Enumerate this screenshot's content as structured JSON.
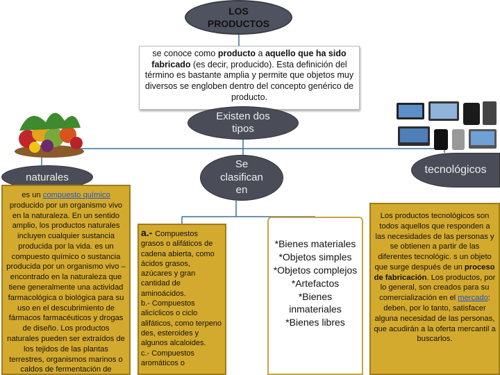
{
  "title": {
    "line1": "LOS",
    "line2": "PRODUCTOS"
  },
  "definition": {
    "pre": "se conoce como ",
    "bold1": "producto",
    "mid": " a ",
    "bold2": "aquello que ha sido fabricado",
    "post": " (es decir, producido). Esta definición del término es bastante amplia y permite que objetos muy diversos se engloben dentro del concepto genérico de producto."
  },
  "tipos": {
    "line1": "Existen dos",
    "line2": "tipos"
  },
  "clasifican": {
    "text": "Se clasifican en"
  },
  "naturales": {
    "label": "naturales",
    "text_pre": "es un ",
    "link": "compuesto químico",
    "text_post": " producido por un organismo vivo en la naturaleza. En un sentido amplio, los productos naturales incluyen cualquier sustancia producida por la vida. es un compuesto químico o sustancia producida por un organismo vivo – encontrado en la naturaleza que tiene generalmente una actividad farmacológica o biológica para su uso en el descubrimiento de fármacos farmacéuticos y drogas de diseño. Los productos naturales pueden ser extraídos de los tejidos de las plantas terrestres, organismos marinos o caldos de fermentación de"
  },
  "compuestos": {
    "lead": "a.- ",
    "first": "Compuestos",
    "rest": "grasos o alifáticos de cadena abierta, como ácidos grasos, azúcares y gran cantidad de aminoácidos.",
    "b": "b.- Compuestos alicíclicos o ciclo alifáticos, como terpeno des, esteroides y algunos alcaloides.",
    "c": "c.- Compuestos aromáticos o"
  },
  "bienes": {
    "items": [
      "*Bienes materiales",
      "*Objetos simples",
      "*Objetos complejos",
      "*Artefactos",
      "*Bienes inmateriales",
      "*Bienes libres"
    ]
  },
  "tecnologicos": {
    "label": "tecnológicos",
    "text1": "Los productos tecnológicos son todos aquellos que responden a las necesidades de las personas y se obtienen a partir de las diferentes tecnológic. s un objeto que surge después de un ",
    "bold": "proceso de fabricación",
    "text2": ". Los productos, por lo general, son creados para su comercialización en el ",
    "link": "mercado",
    "text3": ": deben, por lo tanto, satisfacer alguna necesidad de las personas, que acudirán a la oferta mercantil a buscarlos."
  },
  "colors": {
    "oval": "#4a4d58",
    "box": "#d4aa2e",
    "line": "#3a6f99",
    "link": "#1a55c9"
  }
}
